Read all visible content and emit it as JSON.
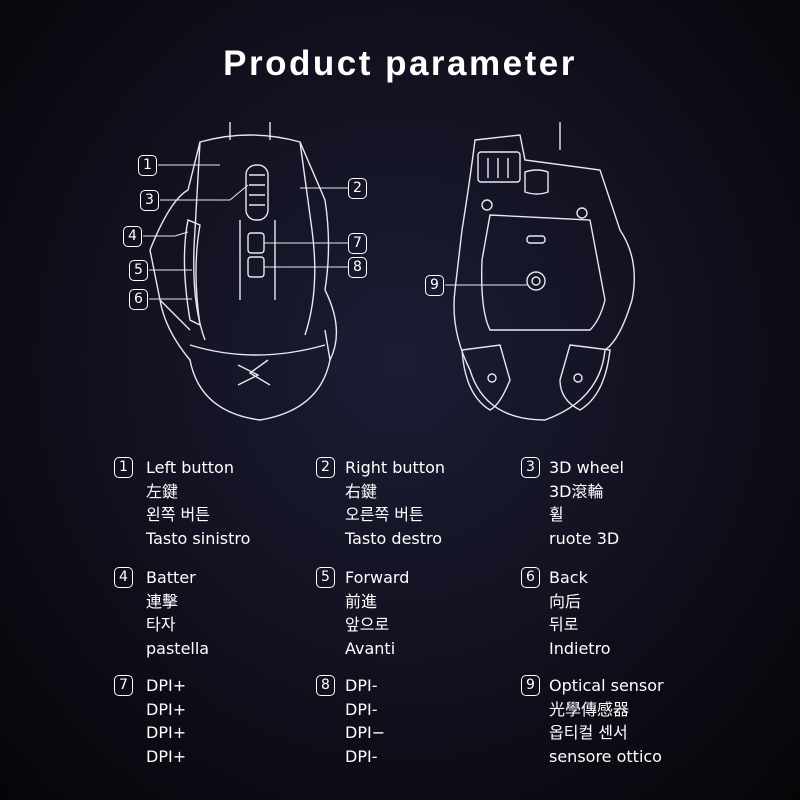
{
  "title": "Product parameter",
  "callouts": [
    "1",
    "2",
    "3",
    "4",
    "5",
    "6",
    "7",
    "8",
    "9"
  ],
  "specs": [
    {
      "num": "1",
      "lines": [
        "Left button",
        "左鍵",
        "왼쪽 버튼",
        "Tasto sinistro"
      ]
    },
    {
      "num": "2",
      "lines": [
        "Right button",
        "右鍵",
        "오른쪽 버튼",
        "Tasto destro"
      ]
    },
    {
      "num": "3",
      "lines": [
        "3D wheel",
        "3D滾輪",
        "휠",
        "ruote 3D"
      ]
    },
    {
      "num": "4",
      "lines": [
        "Batter",
        "連擊",
        "타자",
        "pastella"
      ]
    },
    {
      "num": "5",
      "lines": [
        "Forward",
        "前進",
        "앞으로",
        "Avanti"
      ]
    },
    {
      "num": "6",
      "lines": [
        "Back",
        "向后",
        "뒤로",
        "Indietro"
      ]
    },
    {
      "num": "7",
      "lines": [
        "DPI+",
        "DPI+",
        "DPI+",
        "DPI+"
      ]
    },
    {
      "num": "8",
      "lines": [
        "DPI-",
        "DPI-",
        "DPI−",
        "DPI-"
      ]
    },
    {
      "num": "9",
      "lines": [
        "Optical sensor",
        "光學傳感器",
        "옵티컬 센서",
        "sensore ottico"
      ]
    }
  ]
}
